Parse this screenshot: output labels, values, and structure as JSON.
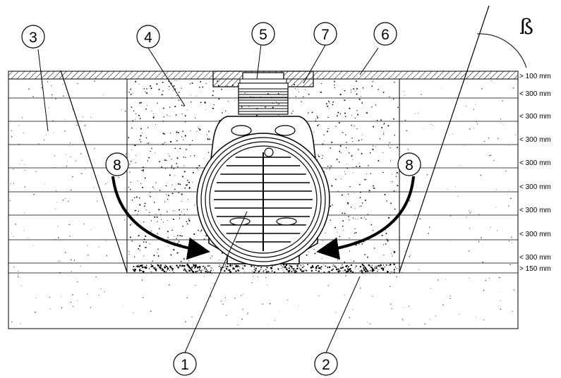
{
  "callouts": {
    "c1": "1",
    "c2": "2",
    "c3": "3",
    "c4": "4",
    "c5": "5",
    "c6": "6",
    "c7": "7",
    "c8_left": "8",
    "c8_right": "8"
  },
  "angle_symbol": "ß",
  "dimensions": [
    "> 100 mm",
    "< 300 mm",
    "< 300 mm",
    "< 300 mm",
    "< 300 mm",
    "< 300 mm",
    "< 300 mm",
    "< 300 mm",
    "< 300 mm",
    "> 150 mm"
  ],
  "colors": {
    "line": "#000000",
    "soil_speckle": "#555555",
    "fill_speckle": "#111111",
    "background": "#ffffff"
  }
}
